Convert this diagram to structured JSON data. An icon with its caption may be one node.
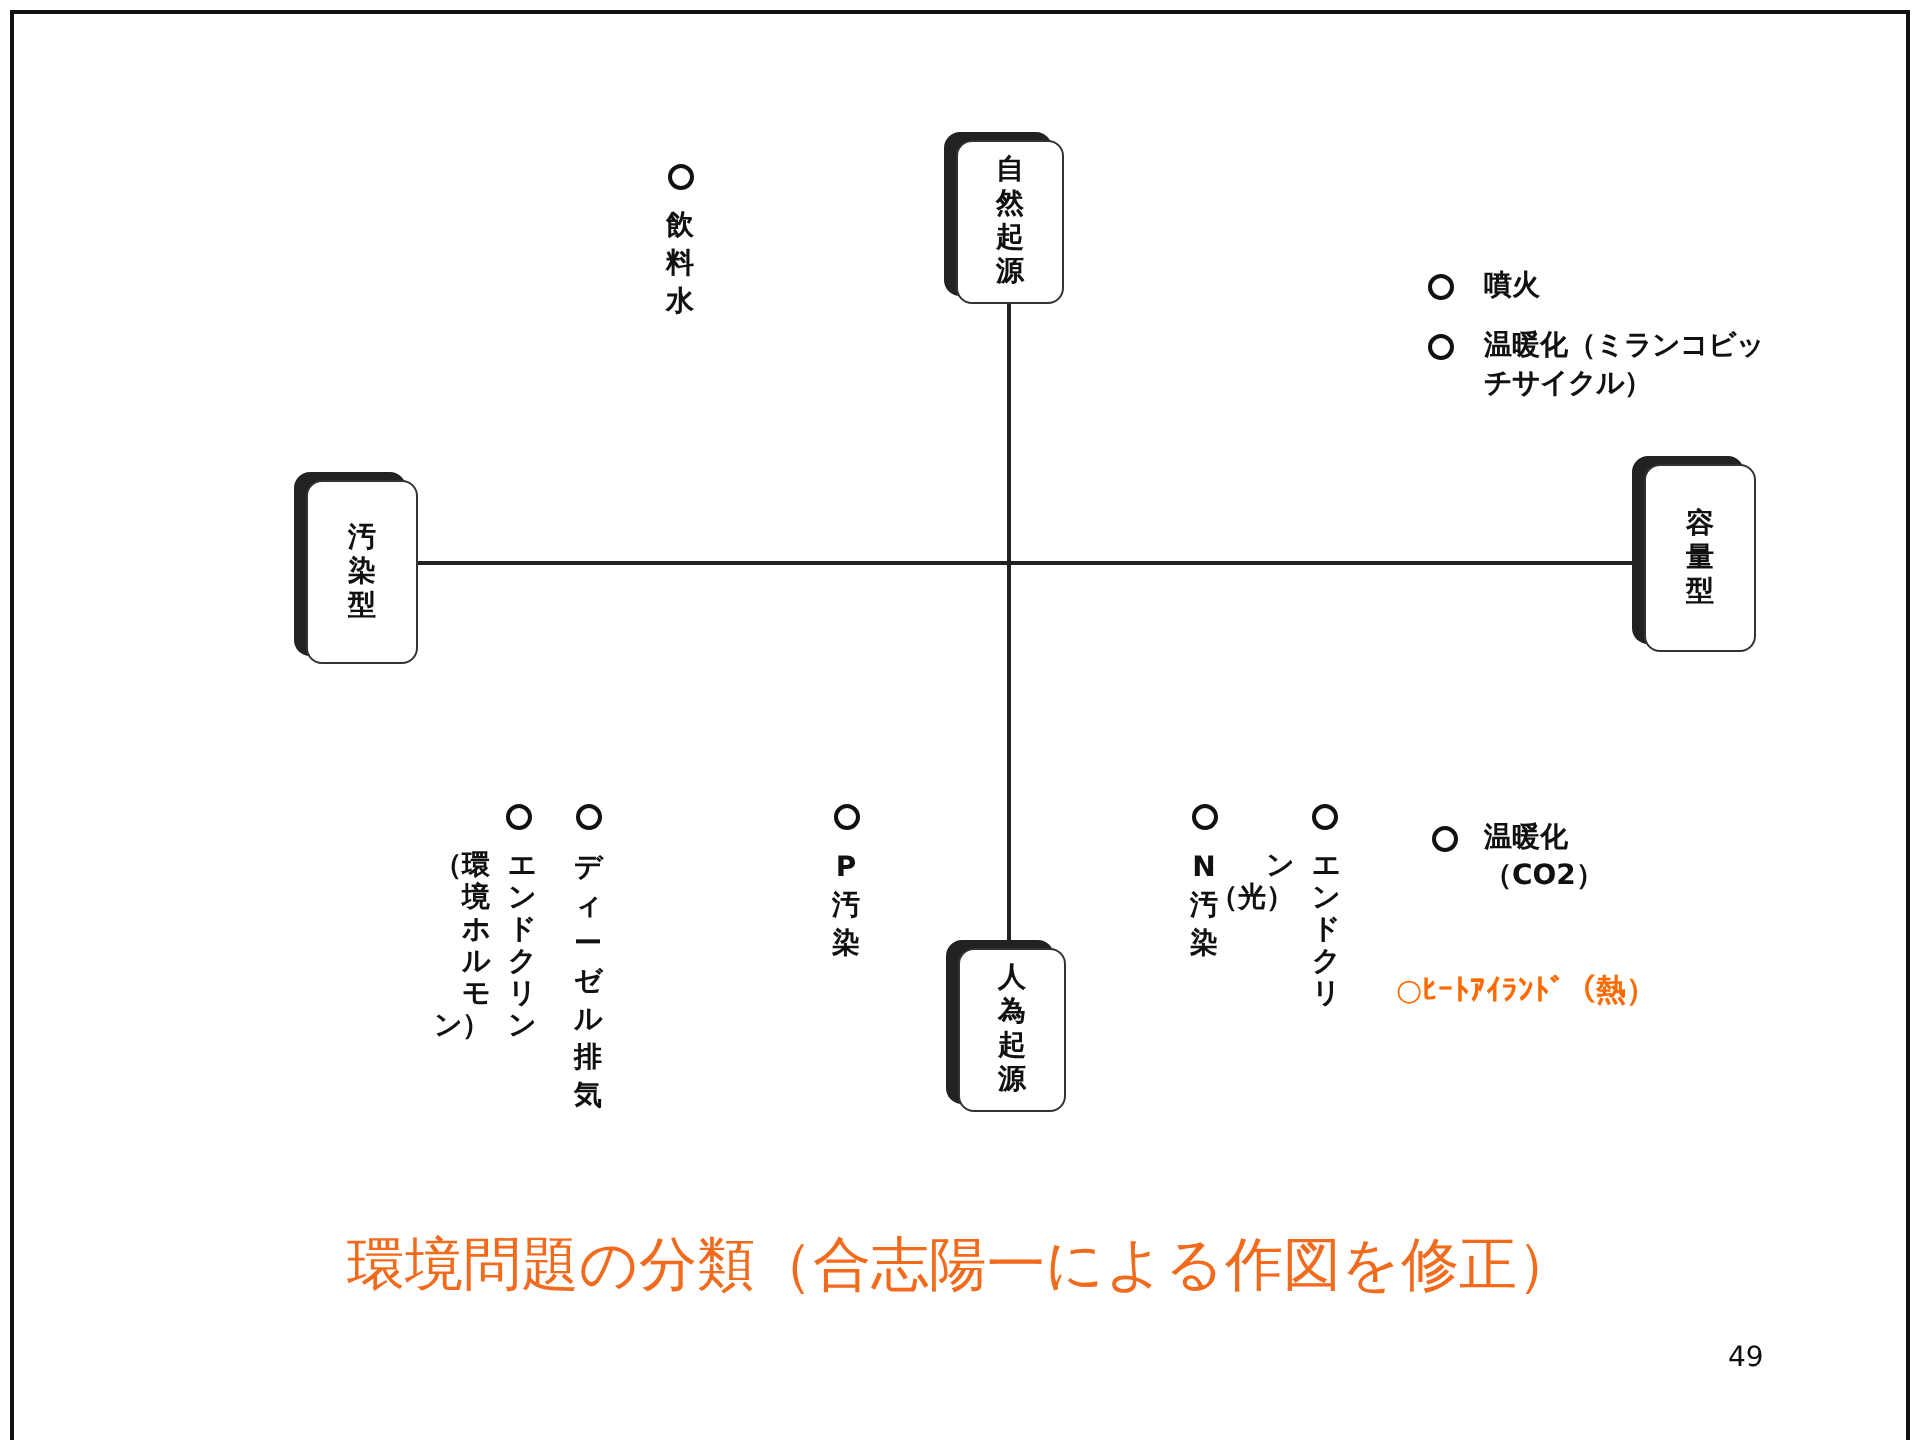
{
  "diagram": {
    "title": "環境問題の分類（合志陽一による作図を修正）",
    "nodes": [
      {
        "text": [
          "自然起源"
        ]
      },
      {
        "text": [
          "汚染型"
        ]
      },
      {
        "text": [
          "容量型"
        ]
      },
      {
        "text": [
          "人為起源"
        ]
      }
    ],
    "edges": [
      {
        "from": 0,
        "to": 3,
        "arrow": "none"
      },
      {
        "from": 1,
        "to": 2,
        "arrow": "none"
      }
    ],
    "labels": [
      "飲料水",
      "噴火",
      "温暖化（ミランコビッチサイクル）",
      "エンドクリン（環境ホルモン）",
      "ディーゼル排気",
      "P汚染",
      "N汚染",
      "エンドクリン（光）",
      "温暖化（CO2）",
      "○ﾋｰﾄｱｲﾗﾝﾄﾞ（熱）",
      "49"
    ]
  }
}
